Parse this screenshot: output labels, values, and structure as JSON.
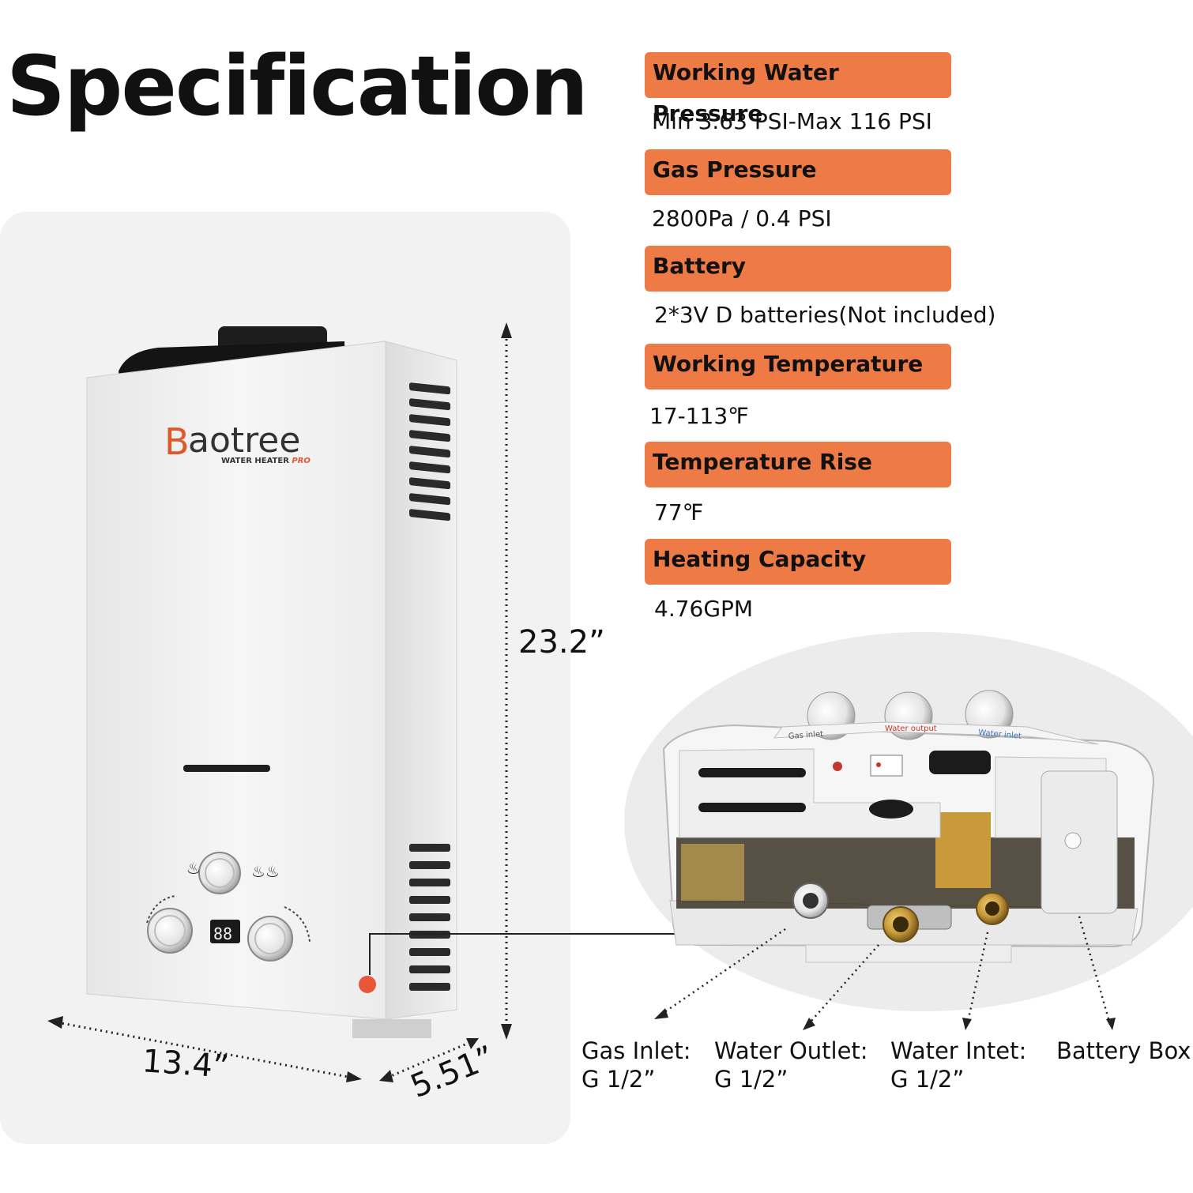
{
  "title": "Specification",
  "brand": {
    "name": "Baotree",
    "subtitle": "WATER HEATER",
    "subtitle_accent": "PRO",
    "accent_color": "#e0582a"
  },
  "label_color": "#ee7b45",
  "specs": [
    {
      "label": "Working Water Pressure",
      "value": "Min 3.63 PSI-Max 116 PSI"
    },
    {
      "label": "Gas Pressure",
      "value": "2800Pa / 0.4 PSI"
    },
    {
      "label": "Battery",
      "value": "2*3V D batteries(Not included)"
    },
    {
      "label": "Working Temperature",
      "value": "17-113℉"
    },
    {
      "label": "Temperature Rise",
      "value": "77℉"
    },
    {
      "label": "Heating Capacity",
      "value": "4.76GPM"
    }
  ],
  "dimensions": {
    "height": "23.2”",
    "width": "13.4”",
    "depth": "5.51”"
  },
  "display_readout": "88",
  "bottom_labels": {
    "gas_inlet": "Gas inlet",
    "water_output": "Water output",
    "water_inlet": "Water inlet"
  },
  "ports": [
    {
      "name": "Gas Inlet:",
      "size": "G 1/2”"
    },
    {
      "name": "Water Outlet:",
      "size": "G 1/2”"
    },
    {
      "name": "Water Intet:",
      "size": "G 1/2”"
    },
    {
      "name": "Battery Box",
      "size": ""
    }
  ]
}
